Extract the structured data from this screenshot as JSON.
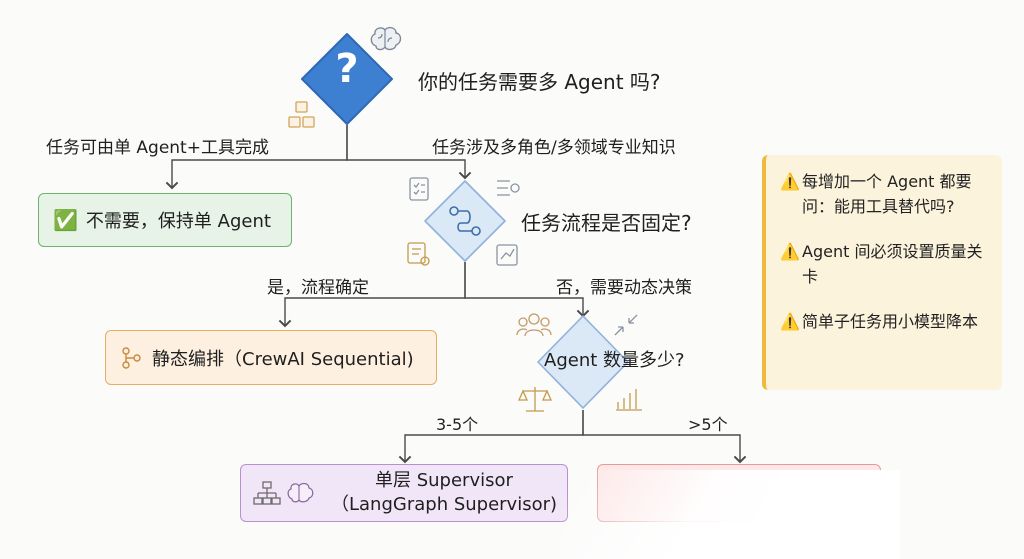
{
  "diagram": {
    "q1": {
      "symbol": "?",
      "text": "你的任务需要多 Agent 吗?"
    },
    "q1_left_label": "任务可由单 Agent+工具完成",
    "q1_right_label": "任务涉及多角色/多领域专业知识",
    "single_agent": {
      "check": "✅",
      "text": "不需要，保持单 Agent"
    },
    "q2": {
      "text": "任务流程是否固定?"
    },
    "q2_left_label": "是，流程确定",
    "q2_right_label": "否，需要动态决策",
    "static": {
      "text": "静态编排（CrewAI Sequential)"
    },
    "q3": {
      "text": "Agent 数量多少?"
    },
    "q3_left_label": "3-5个",
    "q3_right_label": ">5个",
    "supervisor": {
      "line1": "单层 Supervisor",
      "line2": "（LangGraph Supervisor)"
    }
  },
  "notes": [
    {
      "icon": "⚠️",
      "text": "每增加一个 Agent 都要问：能用工具替代吗?"
    },
    {
      "icon": "⚠️",
      "text": "Agent 间必须设置质量关卡"
    },
    {
      "icon": "⚠️",
      "text": "简单子任务用小模型降本"
    }
  ],
  "colors": {
    "q1_diamond": "#3d7fd0",
    "q2_diamond": "#dbe8f5",
    "q3_diamond": "#dbe8f5",
    "green_box": "#e6f3e6",
    "orange_box": "#fdf0e0",
    "purple_box": "#f1e6f7",
    "red_box": "#fde7e7",
    "note_bg": "#fcf3dc",
    "note_border": "#f0b93b",
    "line": "#4a4a4a"
  }
}
